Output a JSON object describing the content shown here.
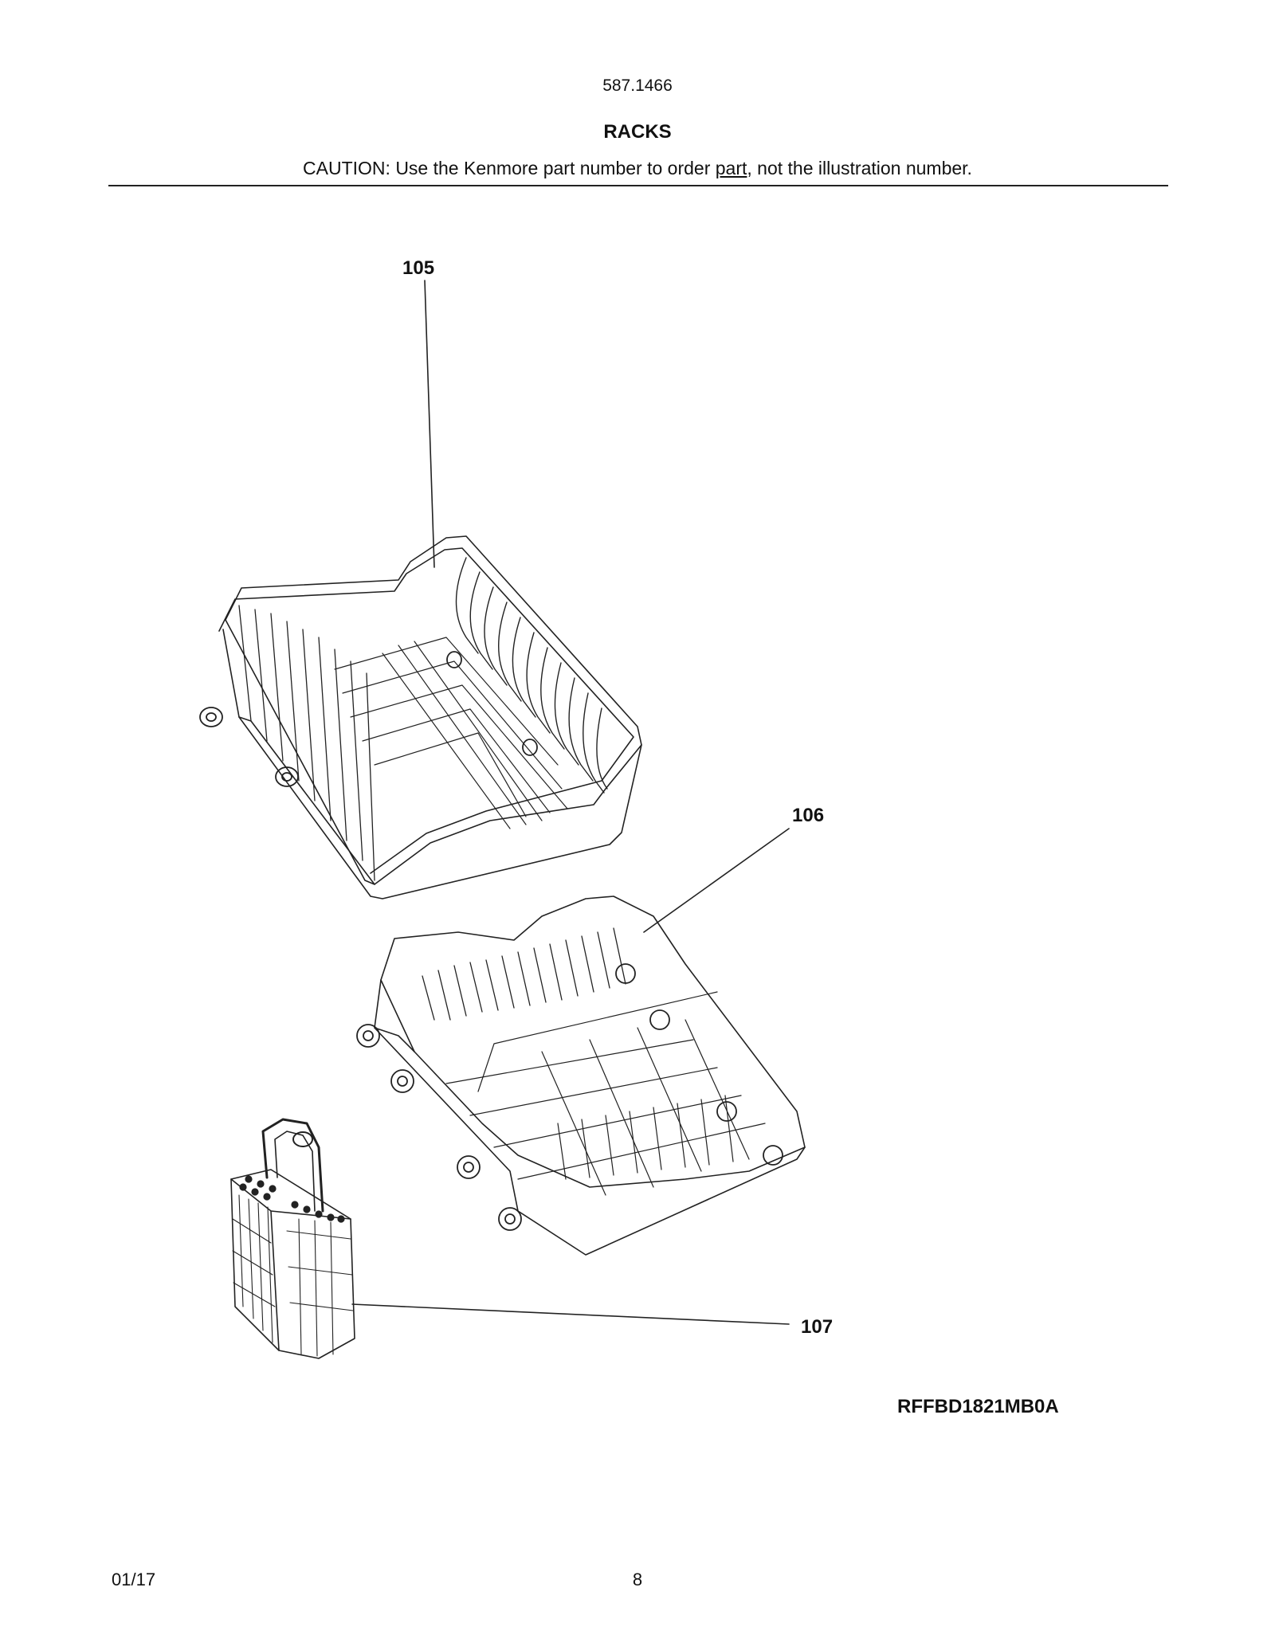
{
  "header": {
    "model": "587.1466",
    "title": "RACKS",
    "caution_before": "CAUTION: Use the Kenmore part number to order ",
    "caution_link": "part",
    "caution_after": ", not the illustration number."
  },
  "callouts": {
    "c105": "105",
    "c106": "106",
    "c107": "107"
  },
  "diagram_code": "RFFBD1821MB0A",
  "footer": {
    "date": "01/17",
    "page": "8"
  }
}
